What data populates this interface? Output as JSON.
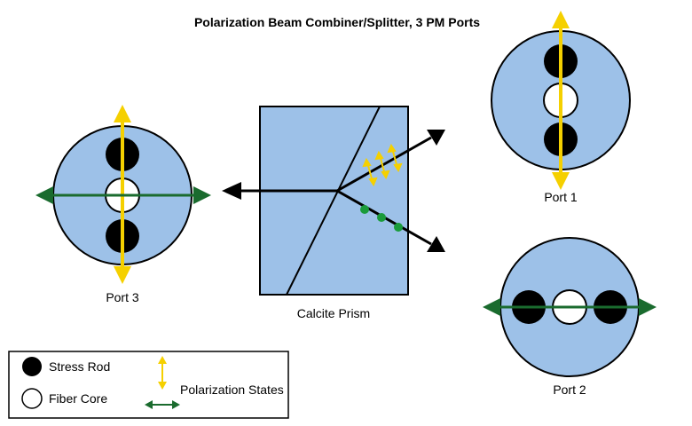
{
  "title": "Polarization Beam Combiner/Splitter, 3 PM Ports",
  "prism": {
    "label": "Calcite Prism"
  },
  "ports": {
    "port1": "Port 1",
    "port2": "Port 2",
    "port3": "Port 3"
  },
  "legend": {
    "stress_rod": "Stress Rod",
    "fiber_core": "Fiber Core",
    "polarization_states": "Polarization States"
  },
  "colors": {
    "fiber_fill": "#9dc1e8",
    "prism_fill": "#9dc1e8",
    "vertical_polarization": "#f5d000",
    "horizontal_polarization": "#1a6b2e",
    "outline": "#000000"
  }
}
